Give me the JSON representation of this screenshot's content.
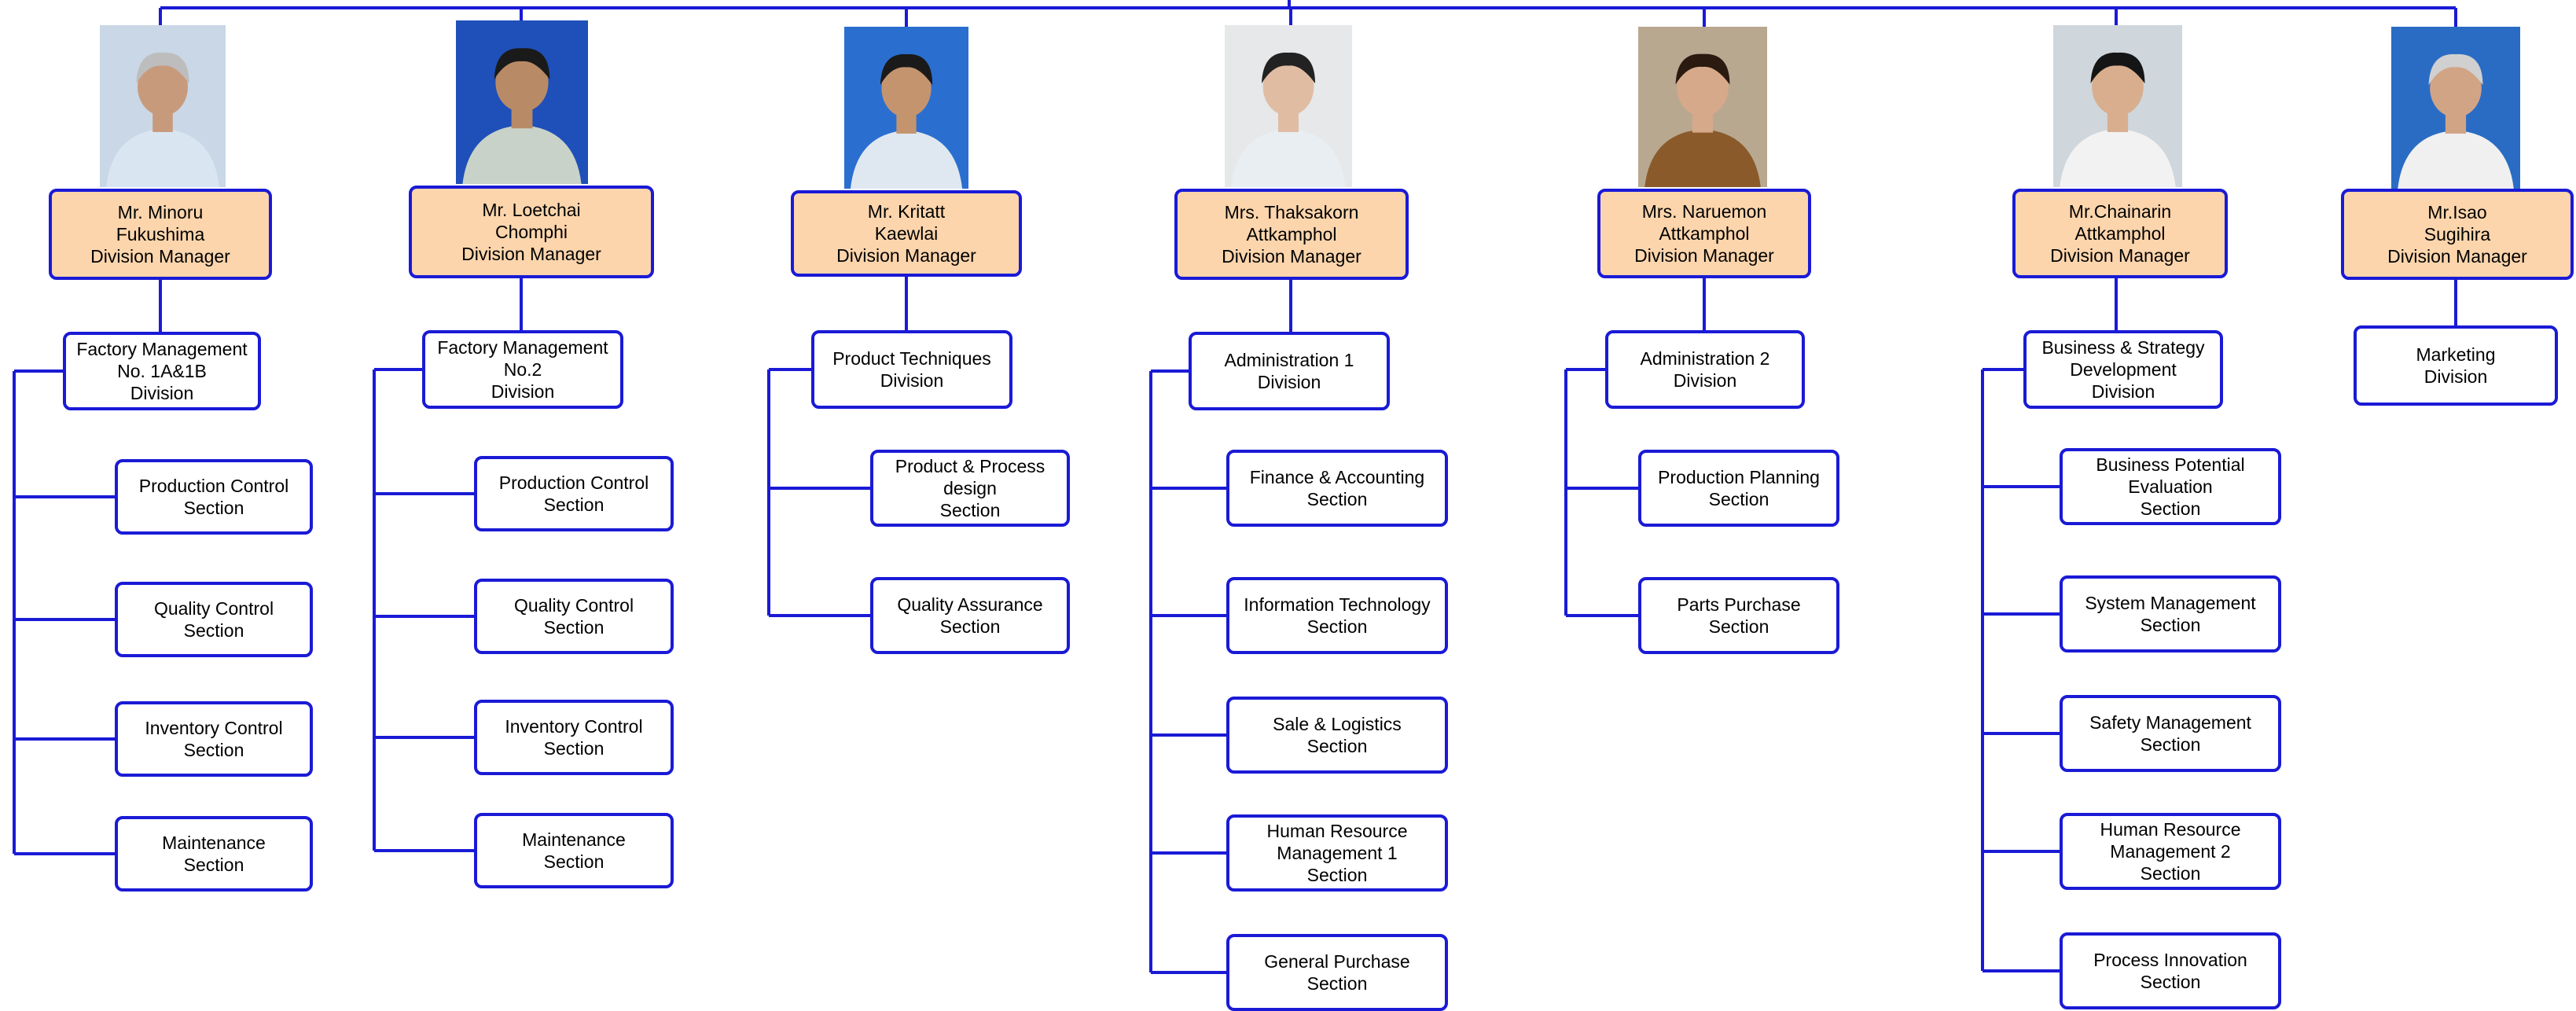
{
  "columns": [
    {
      "manager": {
        "line1": "Mr. Minoru",
        "line2": "Fukushima",
        "title": "Division Manager"
      },
      "division": [
        "Factory Management",
        "No. 1A&1B",
        "Division"
      ],
      "sections": [
        [
          "Production Control",
          "Section"
        ],
        [
          "Quality Control",
          "Section"
        ],
        [
          "Inventory Control",
          "Section"
        ],
        [
          "Maintenance",
          "Section"
        ]
      ],
      "photo": {
        "bg": "#c9d7e6",
        "shirt": "#d9e6f2",
        "skin": "#c89a7c",
        "hair": "#bdbdbd"
      }
    },
    {
      "manager": {
        "line1": "Mr. Loetchai",
        "line2": "Chomphi",
        "title": "Division Manager"
      },
      "division": [
        "Factory Management",
        "No.2",
        "Division"
      ],
      "sections": [
        [
          "Production Control",
          "Section"
        ],
        [
          "Quality Control",
          "Section"
        ],
        [
          "Inventory Control",
          "Section"
        ],
        [
          "Maintenance",
          "Section"
        ]
      ],
      "photo": {
        "bg": "#1f4fb8",
        "shirt": "#c8d2c8",
        "skin": "#b88a66",
        "hair": "#1a1a1a"
      }
    },
    {
      "manager": {
        "line1": "Mr. Kritatt",
        "line2": "Kaewlai",
        "title": "Division Manager"
      },
      "division": [
        "Product Techniques",
        "Division"
      ],
      "sections": [
        [
          "Product & Process",
          "design",
          "Section"
        ],
        [
          "Quality Assurance",
          "Section"
        ]
      ],
      "photo": {
        "bg": "#2a6fd0",
        "shirt": "#dfe8f0",
        "skin": "#c4946e",
        "hair": "#1a1a1a"
      }
    },
    {
      "manager": {
        "line1": "Mrs. Thaksakorn",
        "line2": "Attkamphol",
        "title": "Division Manager"
      },
      "division": [
        "Administration 1",
        "Division"
      ],
      "sections": [
        [
          "Finance & Accounting",
          "Section"
        ],
        [
          "Information Technology",
          "Section"
        ],
        [
          "Sale & Logistics",
          "Section"
        ],
        [
          "Human Resource",
          "Management 1",
          "Section"
        ],
        [
          "General Purchase",
          "Section"
        ]
      ],
      "photo": {
        "bg": "#e6e8ea",
        "shirt": "#e8eef2",
        "skin": "#e0bca2",
        "hair": "#222222"
      }
    },
    {
      "manager": {
        "line1": "Mrs.  Naruemon",
        "line2": "Attkamphol",
        "title": "Division Manager"
      },
      "division": [
        "Administration 2",
        "Division"
      ],
      "sections": [
        [
          "Production Planning",
          "Section"
        ],
        [
          "Parts Purchase",
          "Section"
        ]
      ],
      "photo": {
        "bg": "#b8a890",
        "shirt": "#8a5a2a",
        "skin": "#d6a98a",
        "hair": "#2a1a10"
      }
    },
    {
      "manager": {
        "line1": "Mr.Chainarin",
        "line2": "Attkamphol",
        "title": "Division Manager"
      },
      "division": [
        "Business & Strategy",
        "Development",
        "Division"
      ],
      "sections": [
        [
          "Business Potential",
          "Evaluation",
          "Section"
        ],
        [
          "System Management",
          "Section"
        ],
        [
          "Safety Management",
          "Section"
        ],
        [
          "Human Resource",
          "Management 2",
          "Section"
        ],
        [
          "Process Innovation",
          "Section"
        ]
      ],
      "photo": {
        "bg": "#cfd6dc",
        "shirt": "#f2f2f2",
        "skin": "#d8ae8e",
        "hair": "#151515"
      }
    },
    {
      "manager": {
        "line1": "Mr.Isao",
        "line2": "Sugihira",
        "title": "Division Manager"
      },
      "division": [
        "Marketing",
        "Division"
      ],
      "sections": [],
      "photo": {
        "bg": "#2a6cc4",
        "shirt": "#f0f0f0",
        "skin": "#d2a486",
        "hair": "#d0d0d0"
      }
    }
  ],
  "colors": {
    "line": "#1a1ad6",
    "manager_fill": "#fcd5ac",
    "box_fill": "#ffffff"
  }
}
